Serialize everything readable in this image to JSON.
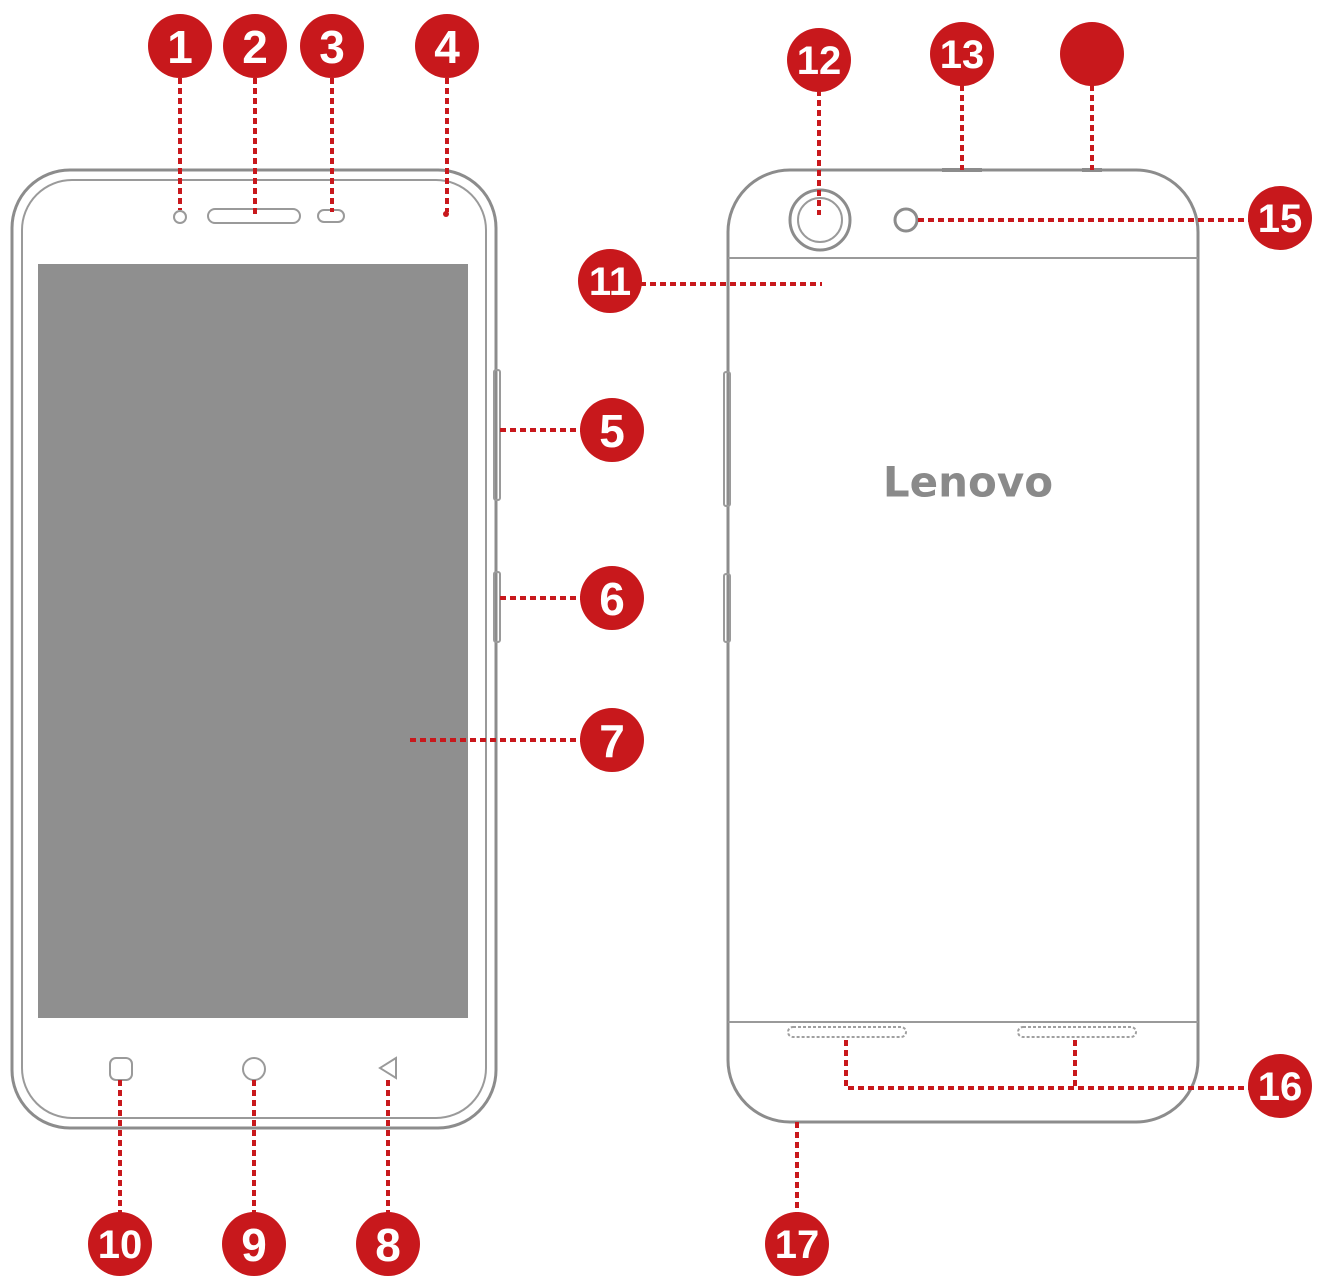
{
  "brand": {
    "logo_text": "Lenovo"
  },
  "colors": {
    "callout": "#c8181c",
    "callout_text": "#ffffff",
    "outline": "#8c8c8c",
    "screen": "#8f8f8f"
  },
  "callouts": {
    "c1": "1",
    "c2": "2",
    "c3": "3",
    "c4": "4",
    "c5": "5",
    "c6": "6",
    "c7": "7",
    "c8": "8",
    "c9": "9",
    "c10": "10",
    "c11": "11",
    "c12": "12",
    "c13": "13",
    "c14": "",
    "c15": "15",
    "c16": "16",
    "c17": "17"
  }
}
